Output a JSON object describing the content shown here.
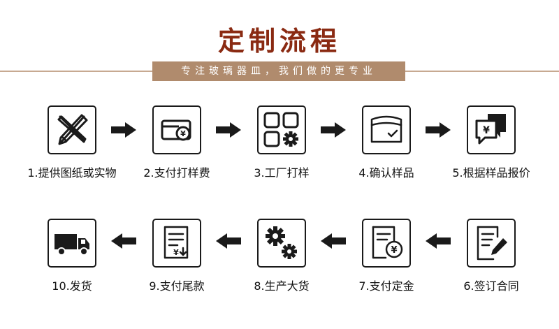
{
  "header": {
    "title": "定制流程",
    "subtitle": "专注玻璃器皿，我们做的更专业"
  },
  "steps": [
    {
      "label": "1.提供图纸或实物",
      "icon": "drawing-tools-icon"
    },
    {
      "label": "2.支付打样费",
      "icon": "payment-card-icon"
    },
    {
      "label": "3.工厂打样",
      "icon": "factory-gear-icon"
    },
    {
      "label": "4.确认样品",
      "icon": "confirm-sample-icon"
    },
    {
      "label": "5.根据样品报价",
      "icon": "quote-chat-icon"
    },
    {
      "label": "6.签订合同",
      "icon": "sign-contract-icon"
    },
    {
      "label": "7.支付定金",
      "icon": "pay-deposit-icon"
    },
    {
      "label": "8.生产大货",
      "icon": "production-gears-icon"
    },
    {
      "label": "9.支付尾款",
      "icon": "pay-balance-icon"
    },
    {
      "label": "10.发货",
      "icon": "delivery-truck-icon"
    }
  ],
  "colors": {
    "title": "#8a2a12",
    "banner": "#b08b6d",
    "rule": "#c7a991",
    "ink": "#1a1a1a"
  }
}
